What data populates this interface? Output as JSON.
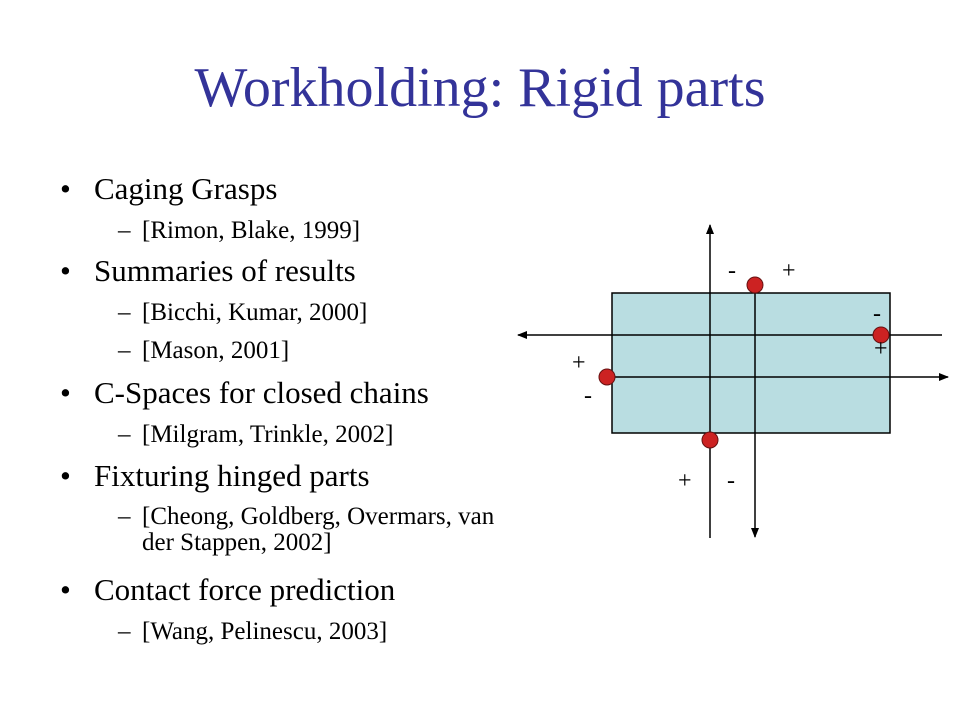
{
  "slide": {
    "title": "Workholding: Rigid parts"
  },
  "bullets": [
    {
      "text": "Caging Grasps",
      "subs": [
        "[Rimon, Blake, 1999]"
      ]
    },
    {
      "text": "Summaries of results",
      "subs": [
        "[Bicchi, Kumar, 2000]",
        "[Mason, 2001]"
      ]
    },
    {
      "text": "C-Spaces for closed chains",
      "subs": [
        "[Milgram, Trinkle, 2002]"
      ]
    },
    {
      "text": "Fixturing hinged parts",
      "subs": [
        "[Cheong, Goldberg, Overmars, van",
        "der Stappen, 2002]"
      ]
    },
    {
      "text": "Contact force prediction",
      "subs": [
        "[Wang, Pelinescu, 2003]"
      ]
    }
  ],
  "markers": {
    "bullet": "•",
    "dash": "–"
  },
  "diagram": {
    "signs": {
      "top_minus": "-",
      "top_plus": "+",
      "right_minus": "-",
      "right_plus": "+",
      "left_plus": "+",
      "left_minus": "-",
      "bottom_plus": "+",
      "bottom_minus": "-"
    },
    "colors": {
      "part_fill": "#b9dde1",
      "contact_fill": "#cc2222",
      "title": "#333399"
    }
  }
}
